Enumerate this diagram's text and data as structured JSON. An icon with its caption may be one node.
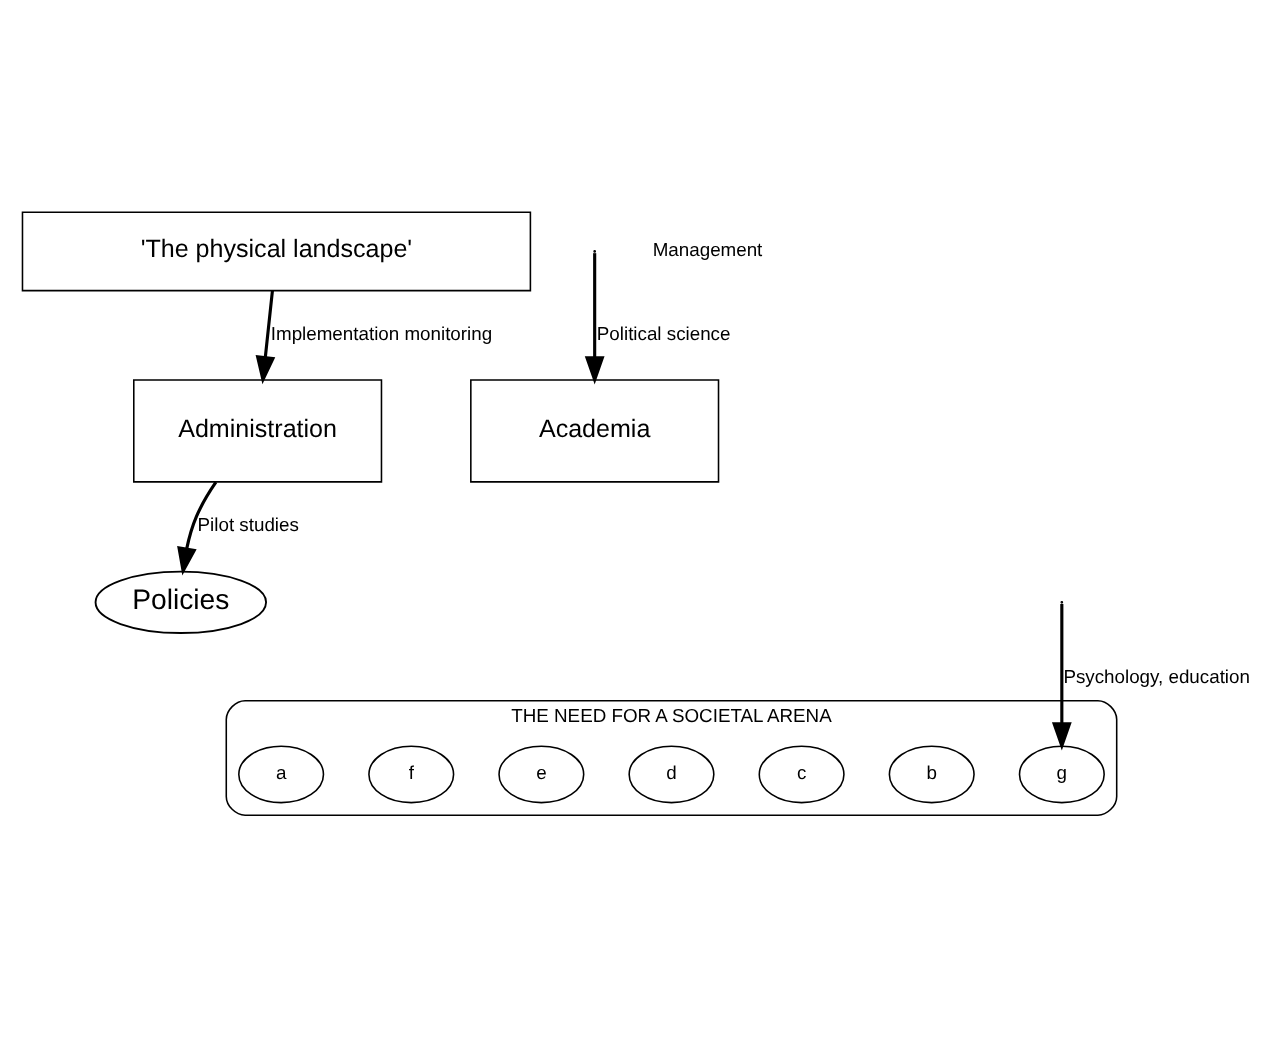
{
  "diagram": {
    "nodes": [
      {
        "text": [
          "Policies"
        ]
      },
      {
        "text": [
          "THE NEED FOR A SOCIETAL ARENA"
        ]
      },
      {
        "text": [
          "Administration"
        ]
      },
      {
        "text": [
          "Academia"
        ]
      },
      {
        "text": [
          "'The physical landscape'"
        ]
      },
      {
        "text": [
          "a"
        ],
        "in": 1
      },
      {
        "text": [
          "b"
        ],
        "in": 1
      },
      {
        "text": [
          "c"
        ],
        "in": 1
      },
      {
        "text": [
          "d"
        ],
        "in": 1
      },
      {
        "text": [
          "e"
        ],
        "in": 1
      },
      {
        "text": [
          "f"
        ],
        "in": 1
      },
      {
        "text": [
          "g"
        ],
        "in": 1
      }
    ],
    "edges": [
      {
        "from": 2,
        "to": 0,
        "arrow": "to",
        "label": "Pilot studies"
      },
      {
        "from": null,
        "to": 3,
        "arrow": "to",
        "label": "Political science"
      },
      {
        "from": 4,
        "to": 2,
        "arrow": "to",
        "label": "Implementation monitoring"
      },
      {
        "from": null,
        "to": 11,
        "arrow": "to",
        "label": "Psychology, education"
      }
    ],
    "labels": [
      "Management"
    ]
  }
}
